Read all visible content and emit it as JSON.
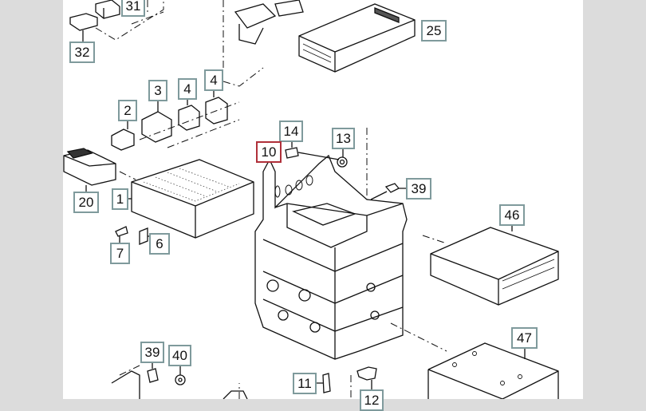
{
  "diagram": {
    "callouts": [
      {
        "id": "31",
        "label": "31"
      },
      {
        "id": "32",
        "label": "32"
      },
      {
        "id": "25",
        "label": "25"
      },
      {
        "id": "2",
        "label": "2"
      },
      {
        "id": "3",
        "label": "3"
      },
      {
        "id": "4a",
        "label": "4"
      },
      {
        "id": "4b",
        "label": "4"
      },
      {
        "id": "14",
        "label": "14"
      },
      {
        "id": "13",
        "label": "13"
      },
      {
        "id": "10",
        "label": "10",
        "selected": true
      },
      {
        "id": "39a",
        "label": "39"
      },
      {
        "id": "20",
        "label": "20"
      },
      {
        "id": "1",
        "label": "1"
      },
      {
        "id": "46",
        "label": "46"
      },
      {
        "id": "7",
        "label": "7"
      },
      {
        "id": "6",
        "label": "6"
      },
      {
        "id": "39b",
        "label": "39"
      },
      {
        "id": "40",
        "label": "40"
      },
      {
        "id": "47",
        "label": "47"
      },
      {
        "id": "11",
        "label": "11"
      },
      {
        "id": "12",
        "label": "12"
      }
    ],
    "colors": {
      "callout_border": "#7f9a9c",
      "selected_border": "#b0303a",
      "margin": "#dcdcdc"
    }
  }
}
